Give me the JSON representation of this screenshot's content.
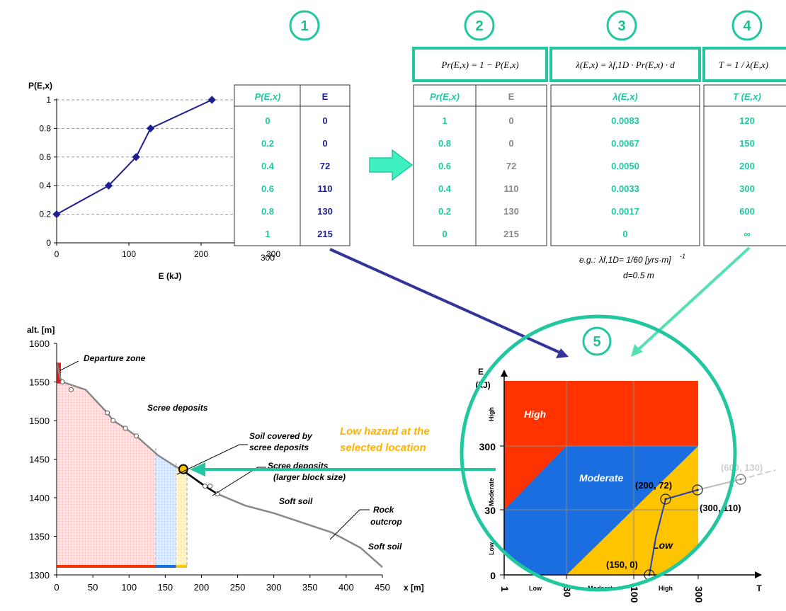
{
  "steps": {
    "s1": "1",
    "s2": "2",
    "s3": "3",
    "s4": "4",
    "s5": "5"
  },
  "colors": {
    "teal": "#22c7a0",
    "navy": "#1f1f8f",
    "red": "#ff3300",
    "blue": "#1a6ee0",
    "yellow": "#ffc400"
  },
  "formulas": {
    "f2": "Pr(E,x) = 1 − P(E,x)",
    "f3": "λ(E,x) = λf,1D · Pr(E,x) · d",
    "f4": "T = 1 / λ(E,x)"
  },
  "table1": {
    "h1": "P(E,x)",
    "h2": "E",
    "col_p": [
      "0",
      "0.2",
      "0.4",
      "0.6",
      "0.8",
      "1"
    ],
    "col_e": [
      "0",
      "0",
      "72",
      "110",
      "130",
      "215"
    ]
  },
  "table2": {
    "h1": "Pr(E,x)",
    "h2": "E",
    "col_pr": [
      "1",
      "0.8",
      "0.6",
      "0.4",
      "0.2",
      "0"
    ],
    "col_e": [
      "0",
      "0",
      "72",
      "110",
      "130",
      "215"
    ]
  },
  "table3": {
    "h1": "λ(E,x)",
    "col": [
      "0.0083",
      "0.0067",
      "0.0050",
      "0.0033",
      "0.0017",
      "0"
    ]
  },
  "table4": {
    "h1": "T (E,x)",
    "col": [
      "120",
      "150",
      "200",
      "300",
      "600",
      "∞"
    ]
  },
  "note": {
    "eg": "e.g.:",
    "lam": "λf,1D= 1/60 [yrs·m]",
    "exp": "-1",
    "d": "d=0.5 m"
  },
  "chart_data": [
    {
      "type": "line",
      "ylabel": "P(E,x)",
      "xlabel": "E (kJ)",
      "x": [
        0,
        72,
        110,
        130,
        215
      ],
      "y": [
        0.2,
        0.4,
        0.6,
        0.8,
        1
      ],
      "xlim": [
        0,
        300
      ],
      "ylim": [
        0,
        1
      ],
      "xticks": [
        "0",
        "100",
        "200",
        "300"
      ],
      "yticks": [
        "0",
        "0.2",
        "0.4",
        "0.6",
        "0.8",
        "1"
      ]
    },
    {
      "type": "area",
      "ylabel": "alt. [m]",
      "xlabel": "x [m]",
      "xlim": [
        0,
        450
      ],
      "ylim": [
        1300,
        1600
      ],
      "xticks": [
        "0",
        "50",
        "100",
        "150",
        "200",
        "250",
        "300",
        "350",
        "400",
        "450"
      ],
      "yticks": [
        "1300",
        "1350",
        "1400",
        "1450",
        "1500",
        "1550",
        "1600"
      ],
      "profile_x": [
        0,
        5,
        8,
        40,
        70,
        78,
        95,
        110,
        140,
        165,
        172,
        205,
        222,
        260,
        300,
        380,
        420,
        450
      ],
      "profile_y": [
        1575,
        1555,
        1550,
        1540,
        1510,
        1500,
        1490,
        1480,
        1455,
        1440,
        1437,
        1415,
        1405,
        1390,
        1380,
        1355,
        1335,
        1310
      ],
      "zones": [
        {
          "name": "High",
          "from": 0,
          "to": 137,
          "color": "#ff3300"
        },
        {
          "name": "Moderate",
          "from": 137,
          "to": 165,
          "color": "#1a6ee0"
        },
        {
          "name": "Low",
          "from": 165,
          "to": 180,
          "color": "#ffc400"
        }
      ],
      "labels": {
        "departure": "Departure zone",
        "scree": "Scree deposits",
        "soil_cov1": "Soil covered by",
        "soil_cov2": "scree deposits",
        "scree2a": "Scree deposits",
        "scree2b": "(larger block size)",
        "soft1": "Soft soil",
        "rock1": "Rock",
        "rock2": "outcrop",
        "soft2": "Soft soil"
      },
      "callout1": "Low hazard at the",
      "callout2": "selected location"
    },
    {
      "type": "heatmap",
      "ylabel1": "E",
      "ylabel2": "(kJ)",
      "xlabel": "T",
      "yticks": [
        "0",
        "30",
        "300"
      ],
      "xticks": [
        "1",
        "30",
        "100",
        "300"
      ],
      "ybands": [
        "Low",
        "Moderate",
        "High"
      ],
      "xbands": [
        "Low",
        "Moderate",
        "High"
      ],
      "zones": {
        "high": "High",
        "moderate": "Moderate",
        "low": "Low"
      },
      "points": [
        {
          "label": "(150, 0)",
          "t": 150,
          "e": 0
        },
        {
          "label": "(200, 72)",
          "t": 200,
          "e": 72
        },
        {
          "label": "(300, 110)",
          "t": 300,
          "e": 110
        },
        {
          "label": "(600, 130)",
          "t": 600,
          "e": 130
        }
      ]
    }
  ]
}
